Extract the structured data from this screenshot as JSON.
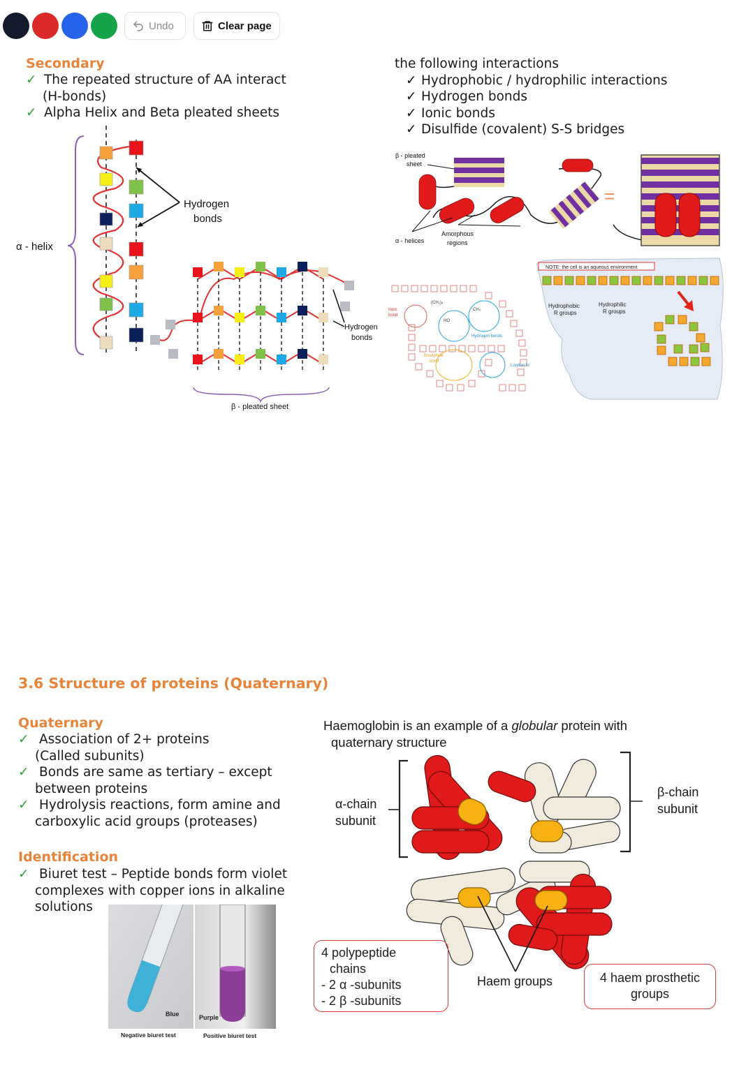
{
  "toolbar": {
    "colors": [
      "#121a2b",
      "#dc2a2a",
      "#2563eb",
      "#16a34a"
    ],
    "undo_label": "Undo",
    "clear_label": "Clear page"
  },
  "secondary": {
    "heading": "Secondary",
    "items": [
      "The repeated structure of AA interact",
      "(H-bonds)",
      "Alpha Helix and Beta pleated sheets"
    ],
    "check": "✓"
  },
  "tertiary": {
    "intro": "the following interactions",
    "items": [
      "Hydrophobic / hydrophilic interactions",
      "Hydrogen bonds",
      "Ionic bonds",
      "Disulfide (covalent) S-S bridges"
    ]
  },
  "helix_fig": {
    "helix_label": "α - helix",
    "hbonds_label_1": "Hydrogen",
    "hbonds_label_2": "bonds",
    "hbonds_label_small_1": "Hydrogen",
    "hbonds_label_small_2": "bonds",
    "sheet_label": "β - pleated sheet"
  },
  "tertiary_fig": {
    "pleated_1": "β - pleated",
    "pleated_2": "sheet",
    "helices": "α - helices",
    "amorph_1": "Amorphous",
    "amorph_2": "regions",
    "equals": "="
  },
  "aqueous_fig": {
    "note": "NOTE: the cell is an aqueous environment",
    "hydrophobic_1": "Hydrophobic",
    "hydrophobic_2": "R groups",
    "hydrophilic_1": "Hydrophilic",
    "hydrophilic_2": "R groups"
  },
  "bonds_fig": {
    "ionic_1": "Ionic",
    "ionic_2": "bond",
    "hbonds": "Hydrogen bonds",
    "disulphide_1": "Disulphide",
    "disulphide_2": "bond",
    "london": "London fo"
  },
  "quaternary_section": {
    "title": "3.6 Structure of proteins (Quaternary)",
    "heading": "Quaternary",
    "items": [
      [
        "Association of 2+ proteins",
        "(Called subunits)"
      ],
      [
        "Bonds are same as tertiary – except",
        "between proteins"
      ],
      [
        "Hydrolysis reactions, form amine and",
        "carboxylic acid groups (proteases)"
      ]
    ]
  },
  "identification": {
    "heading": "Identification",
    "lines": [
      "Biuret test – Peptide bonds form violet",
      "complexes with copper ions in alkaline",
      "solutions"
    ],
    "blue_label": "Blue",
    "purple_label": "Purple",
    "neg_caption": "Negative biuret test",
    "pos_caption": "Positive biuret test"
  },
  "haemoglobin": {
    "intro_pre": "Haemoglobin is an example of a ",
    "intro_em": "globular",
    "intro_post": " protein with",
    "intro_line2": "quaternary structure",
    "alpha_1": "α-chain",
    "alpha_2": "subunit",
    "beta_1": "β-chain",
    "beta_2": "subunit",
    "haem_groups": "Haem groups",
    "box1": [
      "4 polypeptide",
      "chains",
      "- 2 α -subunits",
      "- 2 β -subunits"
    ],
    "box2": [
      "4 haem prosthetic",
      "groups"
    ]
  }
}
